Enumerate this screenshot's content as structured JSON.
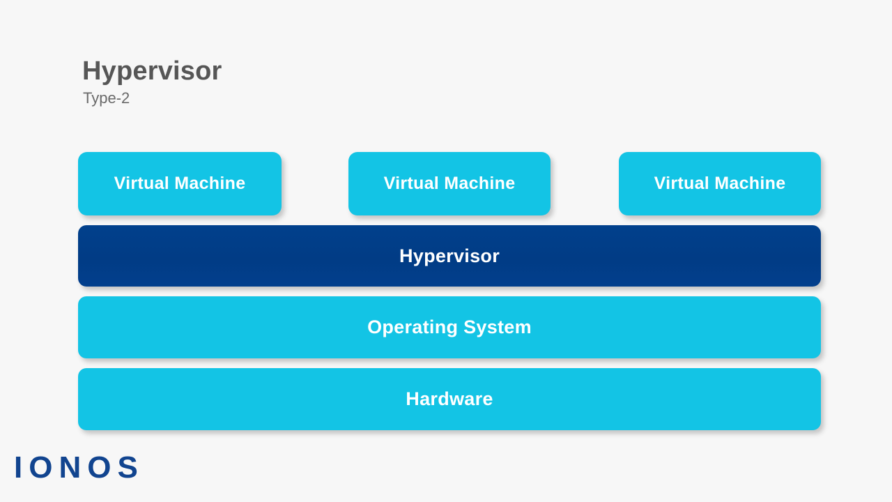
{
  "slide": {
    "background_color": "#f7f7f7",
    "heading": {
      "title": "Hypervisor",
      "subtitle": "Type-2"
    },
    "vm_row": {
      "boxes": [
        {
          "label": "Virtual Machine"
        },
        {
          "label": "Virtual Machine"
        },
        {
          "label": "Virtual Machine"
        }
      ]
    },
    "layers": [
      {
        "label": "Hypervisor",
        "color": "#013c85"
      },
      {
        "label": "Operating System",
        "color": "#13c4e5"
      },
      {
        "label": "Hardware",
        "color": "#13c4e5"
      }
    ],
    "branding": {
      "logo_text": "IONOS",
      "logo_color": "#11448f"
    },
    "colors": {
      "cyan": "#13c4e5",
      "navy": "#013c85",
      "title_gray": "#565656",
      "subtitle_gray": "#6a6a6a"
    }
  }
}
